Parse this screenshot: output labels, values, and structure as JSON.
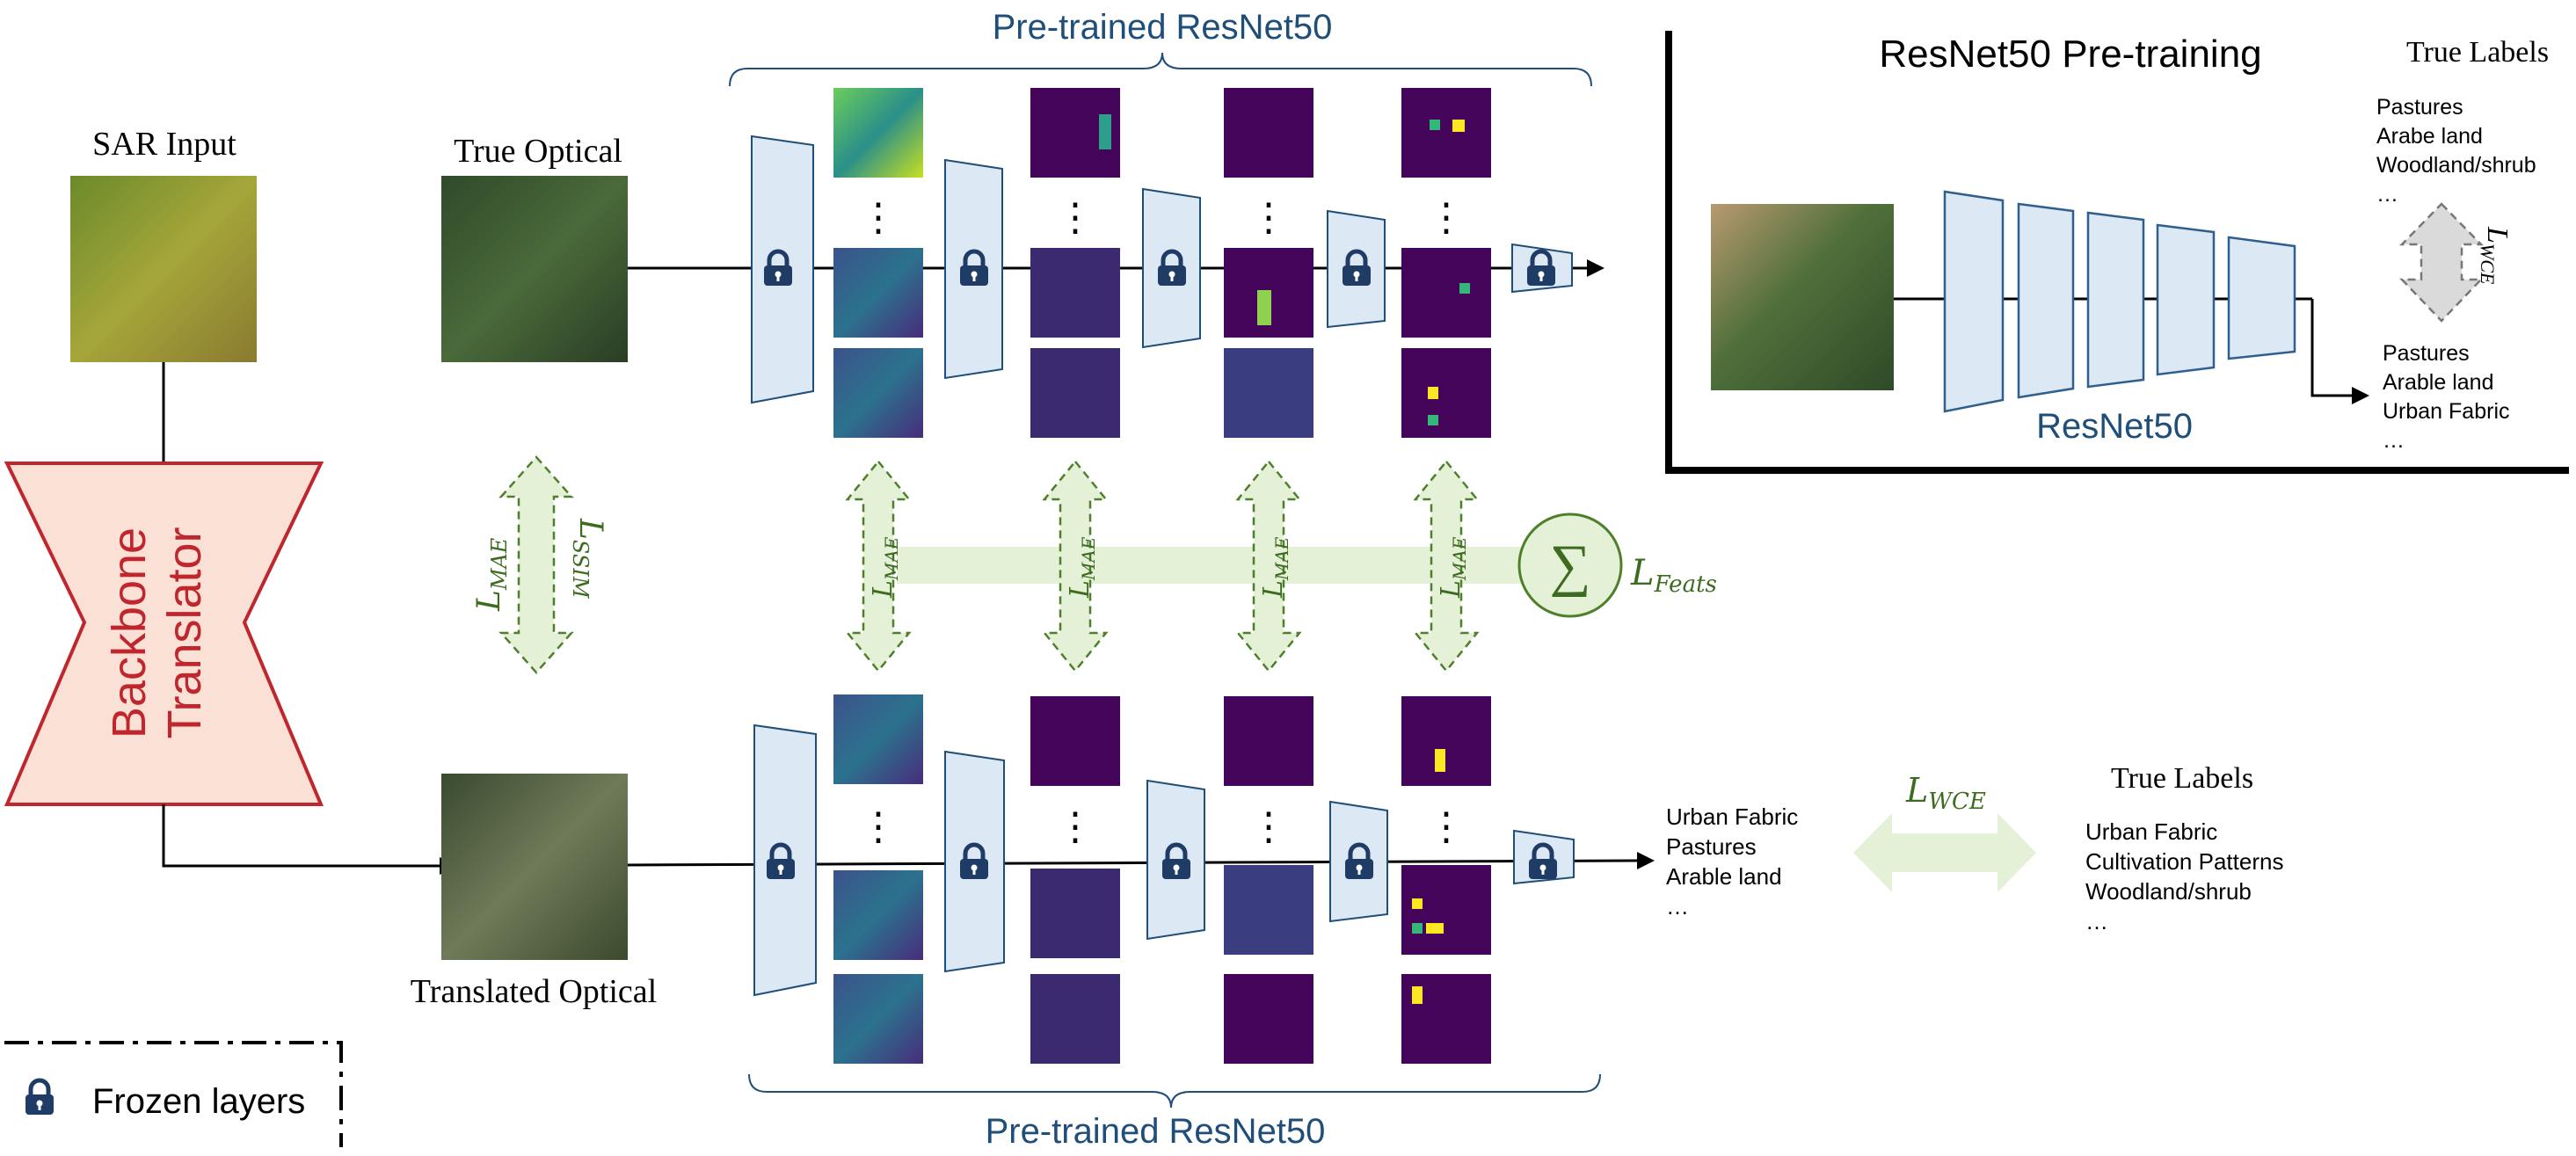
{
  "labels": {
    "sar_input": "SAR Input",
    "true_optical": "True Optical",
    "translated_optical": "Translated Optical",
    "backbone_line1": "Backbone",
    "backbone_line2": "Translator",
    "pretrained_top": "Pre-trained ResNet50",
    "pretrained_bottom": "Pre-trained ResNet50",
    "frozen_layers": "Frozen layers",
    "ellipsis_dots": "⋮",
    "sum_symbol": "∑"
  },
  "losses": {
    "mae_main": "L",
    "mae_main_sub": "MAE",
    "ssim": "L",
    "ssim_sub": "SSIM",
    "mae_feat": "L",
    "mae_feat_sub": "MAE",
    "feats": "L",
    "feats_sub": "Feats",
    "wce": "L",
    "wce_sub": "WCE"
  },
  "pretraining_panel": {
    "title": "ResNet50 Pre-training",
    "true_labels_title": "True Labels",
    "true_labels": [
      "Pastures",
      "Arabe land",
      "Woodland/shrub",
      "…"
    ],
    "predicted_labels": [
      "Pastures",
      "Arable land",
      "Urban Fabric",
      "…"
    ],
    "network_label": "ResNet50",
    "loss": "L",
    "loss_sub": "WCE"
  },
  "bottom_output": {
    "predicted_labels": [
      "Urban Fabric",
      "Pastures",
      "Arable land",
      "…"
    ],
    "true_labels_title": "True Labels",
    "true_labels": [
      "Urban Fabric",
      "Cultivation Patterns",
      "Woodland/shrub",
      "…"
    ]
  },
  "colors": {
    "accent_blue": "#1f4e79",
    "stage_fill": "#dce8f4",
    "translator_fill": "#fbe0d6",
    "translator_stroke": "#c0262d",
    "loss_green": "#4e7f2a",
    "loss_fill": "#e4f1d7",
    "feature_map_bg": "#44045a",
    "frozen_lock": "#1f3c66"
  },
  "icons": [
    "lock-icon",
    "sum-icon"
  ]
}
